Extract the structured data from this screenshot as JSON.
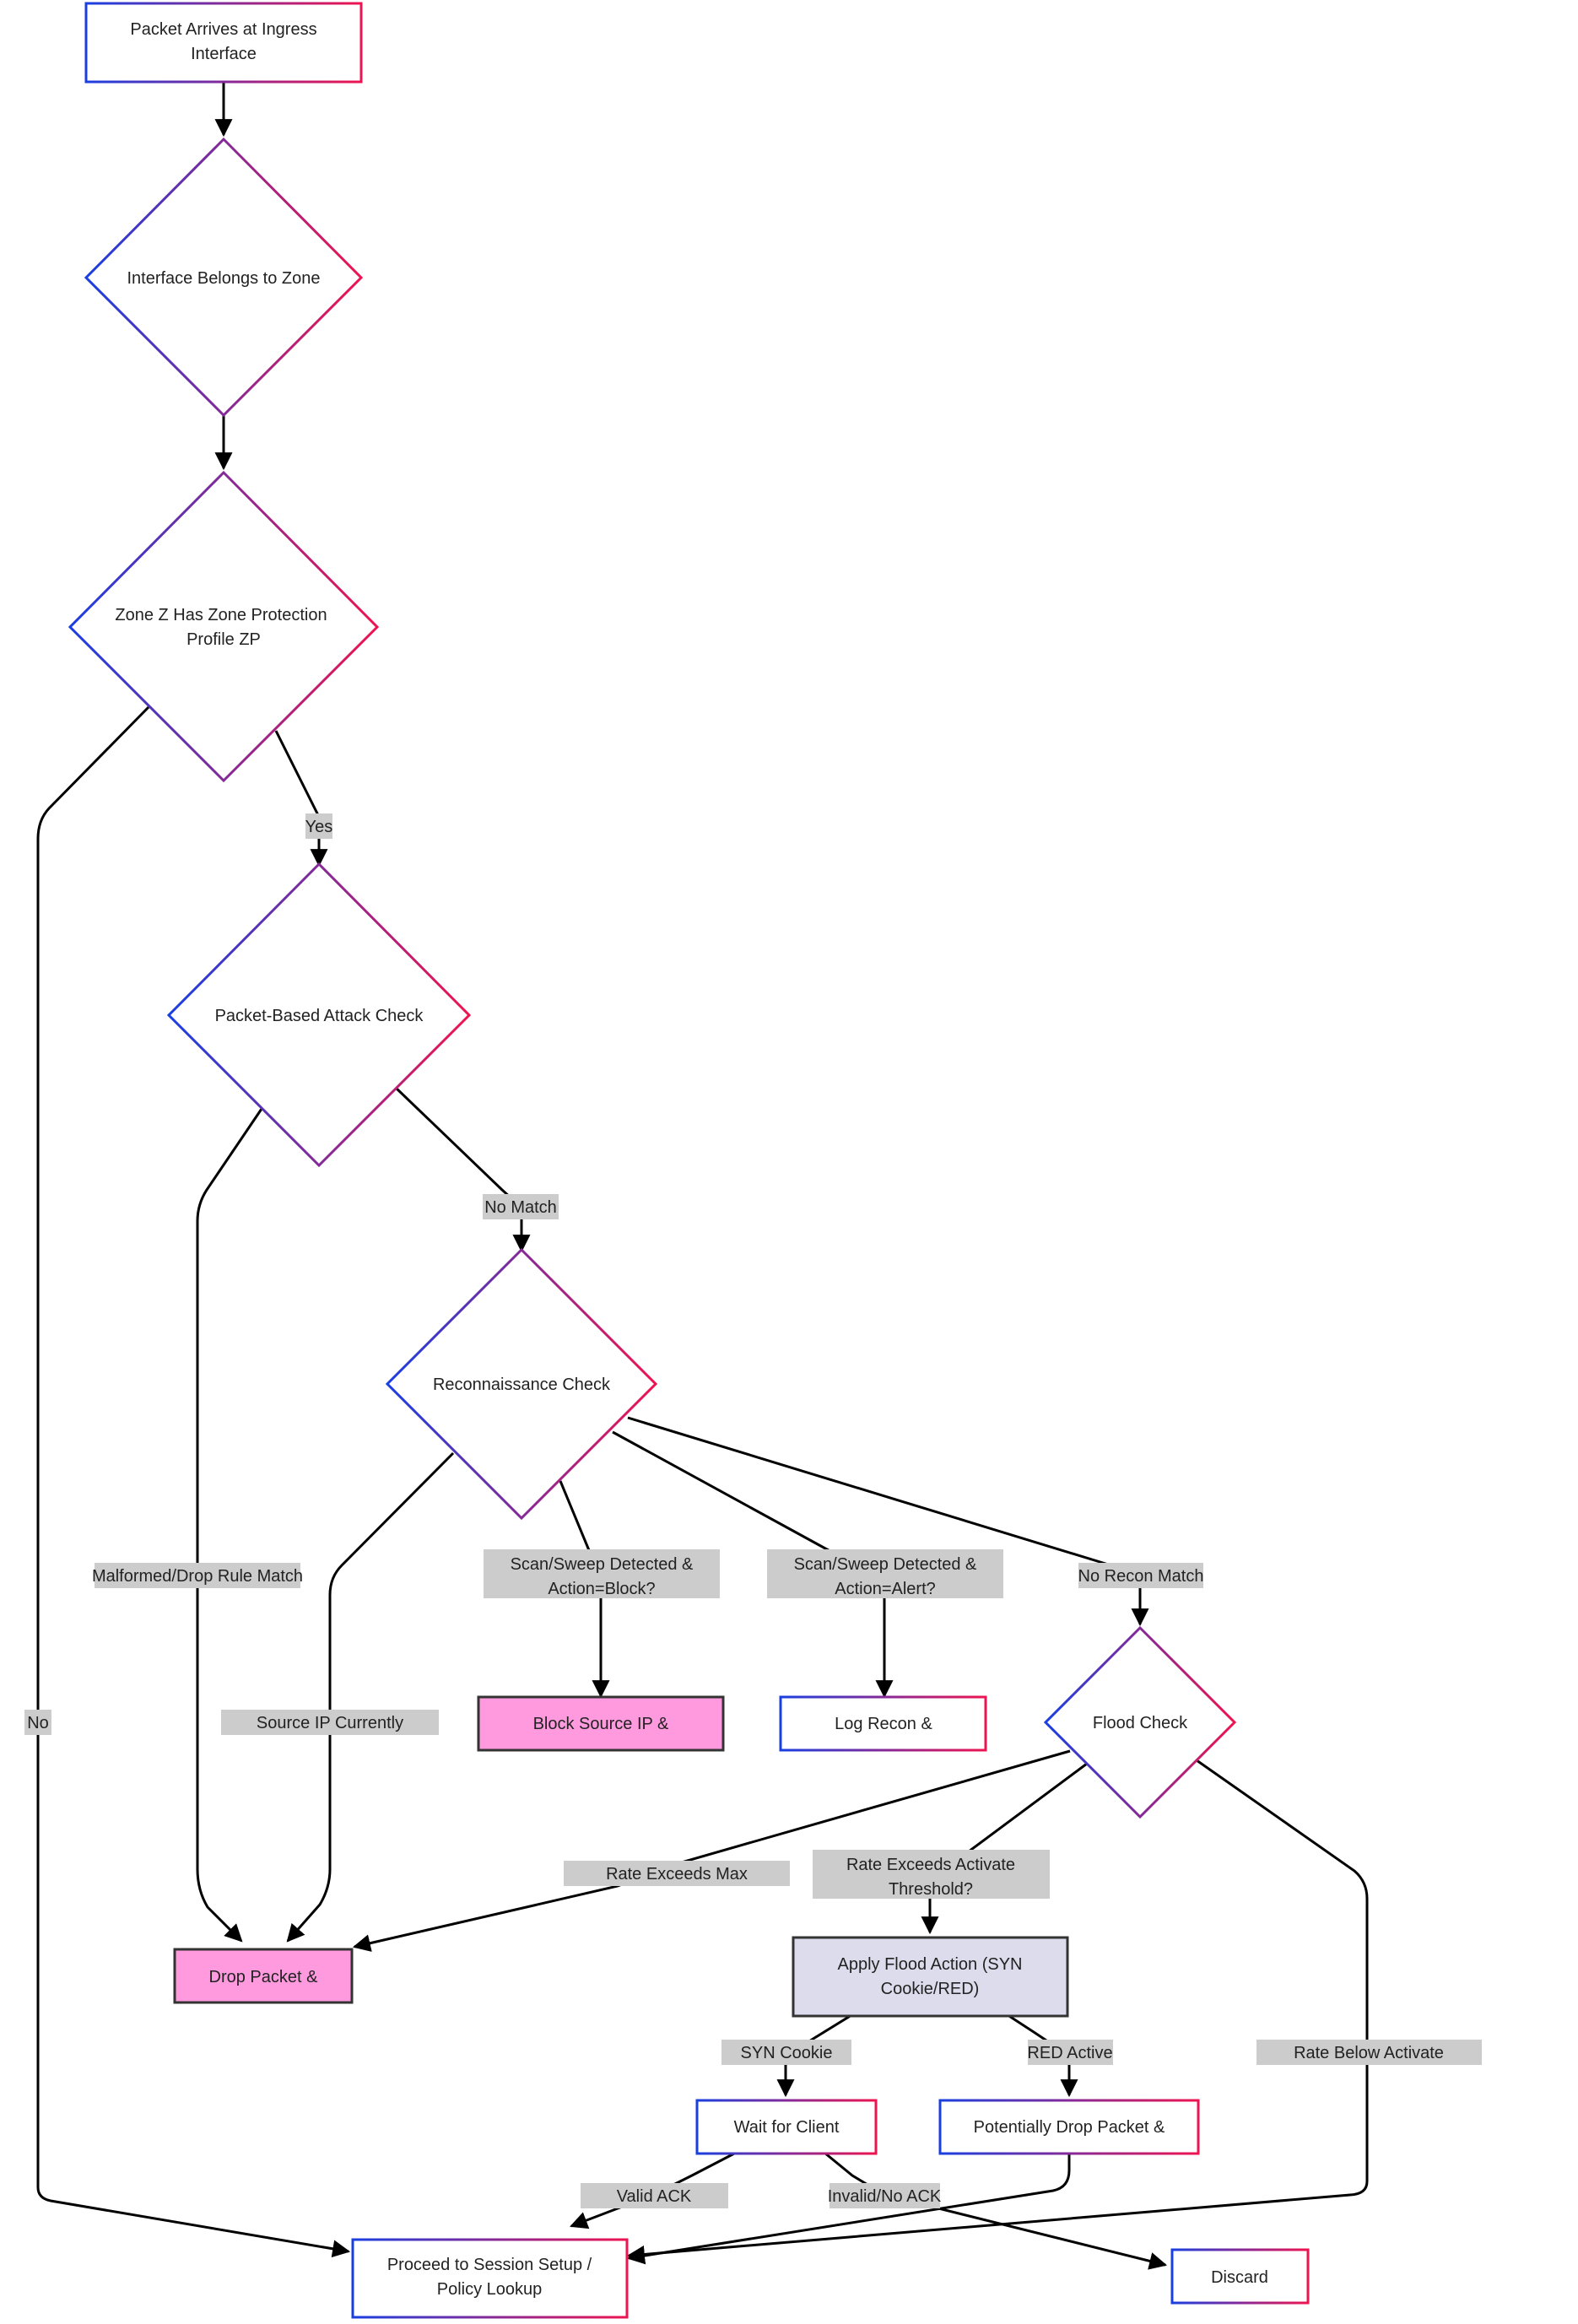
{
  "colors": {
    "gradient_start": "#1a3fe0",
    "gradient_end": "#ee1450",
    "highlight_fill": "#ff9ade",
    "flood_action_fill": "#dcdcec",
    "edge_label_bg": "#cccccc",
    "edge_stroke": "#000000"
  },
  "nodes": {
    "packet_arrives": {
      "label": [
        "Packet Arrives at Ingress",
        "Interface"
      ]
    },
    "interface_zone": {
      "label": [
        "Interface Belongs to Zone"
      ]
    },
    "zone_profile": {
      "label": [
        "Zone Z Has Zone Protection",
        "Profile ZP"
      ]
    },
    "packet_attack_check": {
      "label": [
        "Packet-Based Attack Check"
      ]
    },
    "recon_check": {
      "label": [
        "Reconnaissance Check"
      ]
    },
    "block_source": {
      "label": [
        "Block Source IP &"
      ]
    },
    "log_recon": {
      "label": [
        "Log Recon &"
      ]
    },
    "flood_check": {
      "label": [
        "Flood Check"
      ]
    },
    "drop_packet": {
      "label": [
        "Drop Packet &"
      ]
    },
    "apply_flood_action": {
      "label": [
        "Apply Flood Action (SYN",
        "Cookie/RED)"
      ]
    },
    "wait_client": {
      "label": [
        "Wait for Client"
      ]
    },
    "potentially_drop": {
      "label": [
        "Potentially Drop Packet &"
      ]
    },
    "session_setup": {
      "label": [
        "Proceed to Session Setup /",
        "Policy Lookup"
      ]
    },
    "discard": {
      "label": [
        "Discard"
      ]
    }
  },
  "edges": {
    "yes": {
      "label": [
        "Yes"
      ]
    },
    "no": {
      "label": [
        "No"
      ]
    },
    "no_match": {
      "label": [
        "No Match"
      ]
    },
    "malformed": {
      "label": [
        "Malformed/Drop Rule Match"
      ]
    },
    "source_ip": {
      "label": [
        "Source IP Currently"
      ]
    },
    "scan_block": {
      "label": [
        "Scan/Sweep Detected &",
        "Action=Block?"
      ]
    },
    "scan_alert": {
      "label": [
        "Scan/Sweep Detected &",
        "Action=Alert?"
      ]
    },
    "no_recon": {
      "label": [
        "No Recon Match"
      ]
    },
    "rate_max": {
      "label": [
        "Rate Exceeds Max"
      ]
    },
    "rate_activate": {
      "label": [
        "Rate Exceeds Activate",
        "Threshold?"
      ]
    },
    "rate_below": {
      "label": [
        "Rate Below Activate"
      ]
    },
    "syn_cookie": {
      "label": [
        "SYN Cookie"
      ]
    },
    "red_active": {
      "label": [
        "RED Active"
      ]
    },
    "valid_ack": {
      "label": [
        "Valid ACK"
      ]
    },
    "invalid_ack": {
      "label": [
        "Invalid/No ACK"
      ]
    }
  }
}
